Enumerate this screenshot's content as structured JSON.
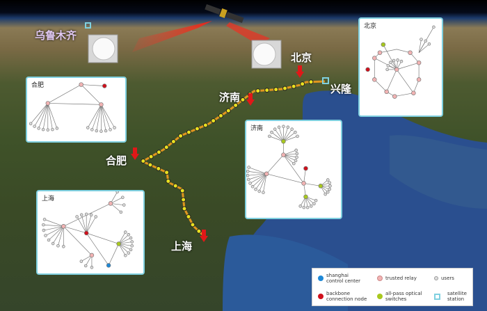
{
  "cities": {
    "urumqi": "乌鲁木齐",
    "beijing": "北京",
    "xinglong": "兴隆",
    "jinan": "济南",
    "hefei": "合肥",
    "shanghai": "上海"
  },
  "insets": {
    "hefei": "合肥",
    "beijing": "北京",
    "jinan": "济南",
    "shanghai": "上海"
  },
  "legend": {
    "control_center": "shanghai control center",
    "trusted_relay": "trusted relay",
    "users": "users",
    "backbone": "backbone connection node",
    "optical_switch": "all-pass optical switches",
    "satellite_station": "satellite station"
  },
  "colors": {
    "control_center": "#1e88d6",
    "trusted_relay": "#f2b3b3",
    "users": "#cfcfcf",
    "backbone": "#d0101c",
    "optical_switch": "#a8c81e",
    "satellite_station": "#7fd0e0",
    "route": "#e0961e"
  }
}
